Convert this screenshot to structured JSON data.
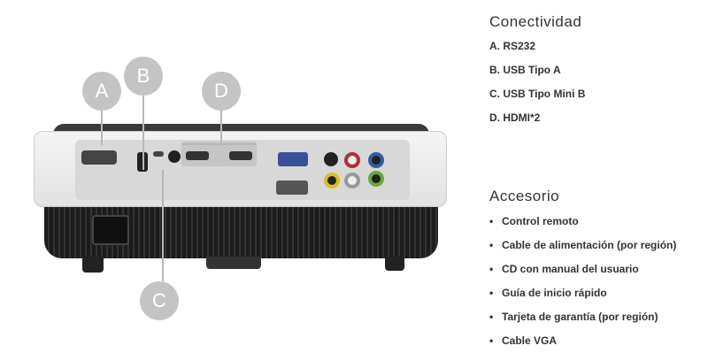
{
  "diagram": {
    "callouts": [
      {
        "letter": "A"
      },
      {
        "letter": "B"
      },
      {
        "letter": "C"
      },
      {
        "letter": "D"
      }
    ]
  },
  "conectividad": {
    "title": "Conectividad",
    "items": [
      "A. RS232",
      "B. USB Tipo A",
      "C. USB Tipo Mini B",
      "D. HDMI*2"
    ]
  },
  "accesorio": {
    "title": "Accesorio",
    "bullet": "•",
    "items": [
      "Control remoto",
      "Cable de alimentación (por región)",
      "CD con manual del usuario",
      "Guía de inicio rápido",
      "Tarjeta de garantía (por región)",
      "Cable VGA"
    ]
  },
  "colors": {
    "callout": "#c4c4c4",
    "text": "#333333"
  }
}
